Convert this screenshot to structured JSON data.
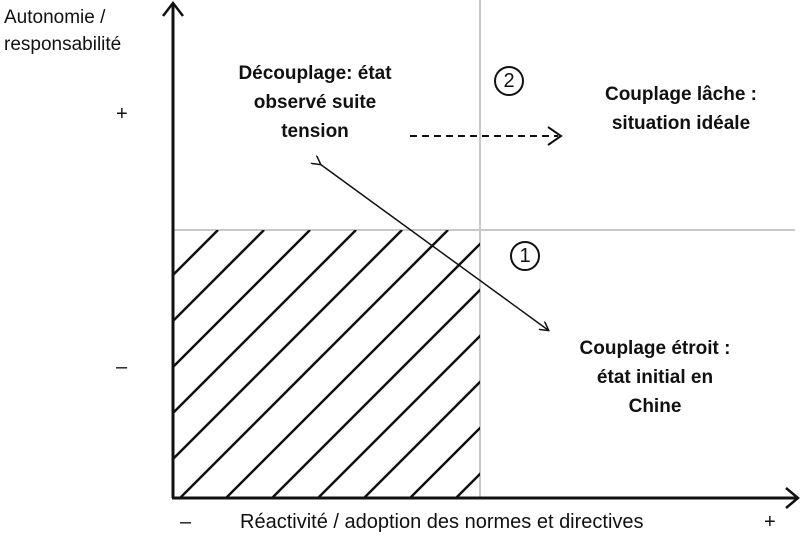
{
  "y_axis_label_line1": "Autonomie /",
  "y_axis_label_line2": "responsabilité",
  "y_plus": "+",
  "y_minus": "–",
  "x_axis_label": "Réactivité / adoption des normes et directives",
  "x_minus": "–",
  "x_plus": "+",
  "quadrants": {
    "decouplage": [
      "Découplage: état",
      "observé suite",
      "tension"
    ],
    "couplage_lache": [
      "Couplage lâche :",
      "situation idéale"
    ],
    "couplage_etroit": [
      "Couplage étroit :",
      "état initial en",
      "Chine"
    ]
  },
  "markers": {
    "one": "1",
    "two": "2"
  }
}
